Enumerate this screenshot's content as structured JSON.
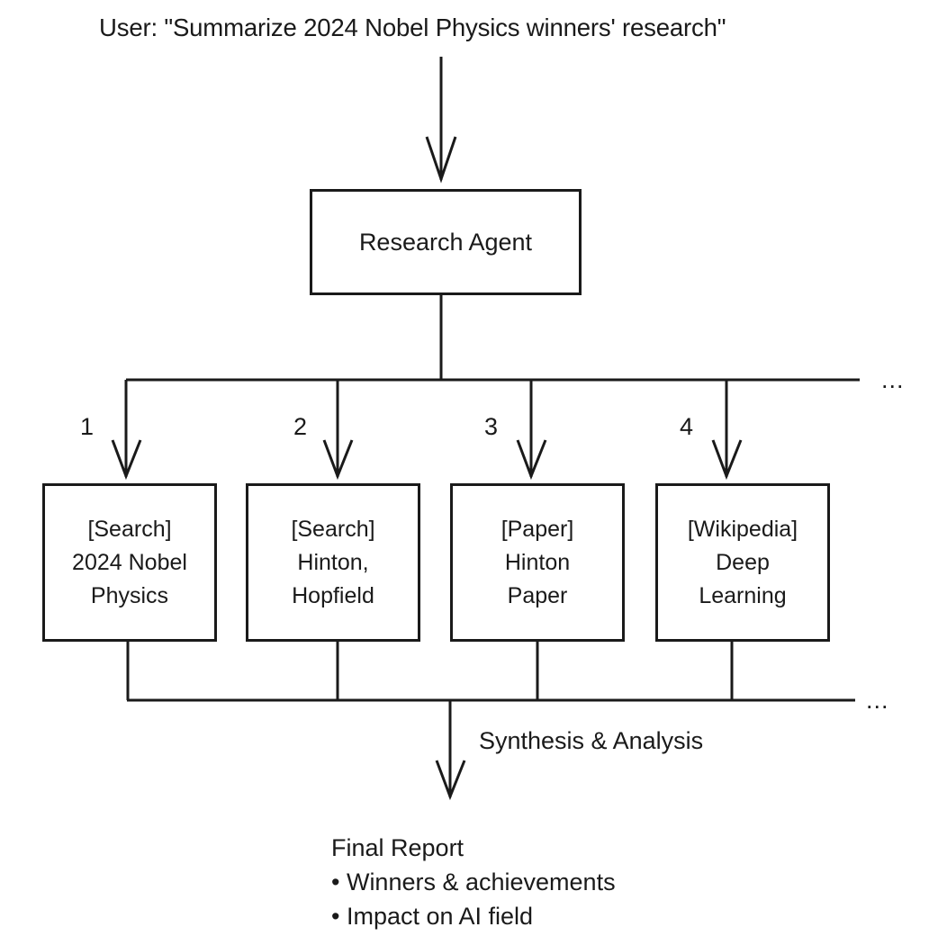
{
  "diagram": {
    "user_prompt": "User: \"Summarize 2024 Nobel Physics winners' research\"",
    "agent": {
      "label": "Research Agent"
    },
    "branches": [
      {
        "number": "1",
        "lines": [
          "[Search]",
          "2024 Nobel",
          "Physics"
        ]
      },
      {
        "number": "2",
        "lines": [
          "[Search]",
          "Hinton,",
          "Hopfield"
        ]
      },
      {
        "number": "3",
        "lines": [
          "[Paper]",
          "Hinton",
          "Paper"
        ]
      },
      {
        "number": "4",
        "lines": [
          "[Wikipedia]",
          "Deep",
          "Learning"
        ]
      }
    ],
    "ellipsis_top": "...",
    "ellipsis_bottom": "...",
    "synthesis_label": "Synthesis & Analysis",
    "report": {
      "title": "Final Report",
      "bullets": [
        "• Winners & achievements",
        "• Impact on AI field"
      ]
    },
    "colors": {
      "stroke": "#1a1a1a",
      "background": "#ffffff",
      "text": "#1a1a1a"
    }
  }
}
